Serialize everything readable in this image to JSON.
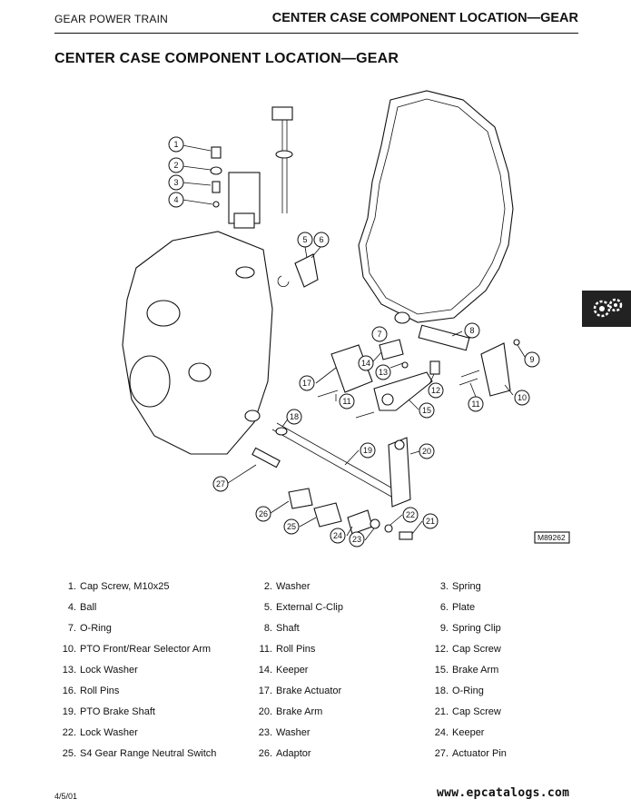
{
  "header": {
    "section": "GEAR POWER TRAIN",
    "page_title": "CENTER CASE COMPONENT LOCATION—GEAR"
  },
  "title": "CENTER CASE COMPONENT LOCATION—GEAR",
  "figure": {
    "label": "M89262",
    "callouts": [
      "1",
      "2",
      "3",
      "4",
      "5",
      "6",
      "7",
      "8",
      "9",
      "10",
      "11",
      "11",
      "12",
      "13",
      "14",
      "15",
      "16",
      "17",
      "18",
      "19",
      "20",
      "21",
      "22",
      "23",
      "24",
      "25",
      "26",
      "27"
    ]
  },
  "parts": [
    {
      "num": "1.",
      "name": "Cap Screw, M10x25"
    },
    {
      "num": "2.",
      "name": "Washer"
    },
    {
      "num": "3.",
      "name": "Spring"
    },
    {
      "num": "4.",
      "name": "Ball"
    },
    {
      "num": "5.",
      "name": "External C-Clip"
    },
    {
      "num": "6.",
      "name": "Plate"
    },
    {
      "num": "7.",
      "name": "O-Ring"
    },
    {
      "num": "8.",
      "name": "Shaft"
    },
    {
      "num": "9.",
      "name": "Spring Clip"
    },
    {
      "num": "10.",
      "name": "PTO Front/Rear Selector Arm"
    },
    {
      "num": "11.",
      "name": "Roll Pins"
    },
    {
      "num": "12.",
      "name": "Cap Screw"
    },
    {
      "num": "13.",
      "name": "Lock Washer"
    },
    {
      "num": "14.",
      "name": "Keeper"
    },
    {
      "num": "15.",
      "name": "Brake Arm"
    },
    {
      "num": "16.",
      "name": "Roll Pins"
    },
    {
      "num": "17.",
      "name": "Brake Actuator"
    },
    {
      "num": "18.",
      "name": "O-Ring"
    },
    {
      "num": "19.",
      "name": "PTO Brake Shaft"
    },
    {
      "num": "20.",
      "name": "Brake Arm"
    },
    {
      "num": "21.",
      "name": "Cap Screw"
    },
    {
      "num": "22.",
      "name": "Lock Washer"
    },
    {
      "num": "23.",
      "name": "Washer"
    },
    {
      "num": "24.",
      "name": "Keeper"
    },
    {
      "num": "25.",
      "name": "S4 Gear Range Neutral Switch"
    },
    {
      "num": "26.",
      "name": "Adaptor"
    },
    {
      "num": "27.",
      "name": "Actuator Pin"
    }
  ],
  "footer": {
    "date": "4/5/01",
    "watermark": "www.epcatalogs.com"
  }
}
